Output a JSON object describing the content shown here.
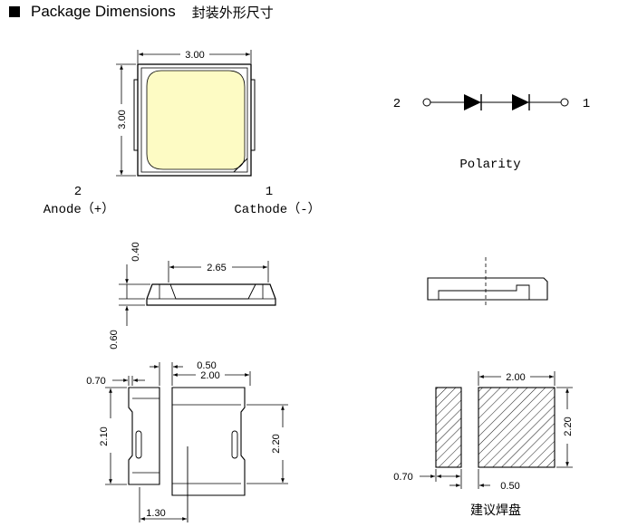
{
  "header": {
    "title_en": "Package Dimensions",
    "title_zh": "封装外形尺寸"
  },
  "top_view": {
    "width_dim": "3.00",
    "height_dim": "3.00",
    "pin2_number": "2",
    "pin2_label": "Anode（+）",
    "pin1_number": "1",
    "pin1_label": "Cathode（-）",
    "led_color": "#fdfbc4"
  },
  "polarity": {
    "left_pin": "2",
    "right_pin": "1",
    "label": "Polarity"
  },
  "side_view": {
    "top_dim": "2.65",
    "lens_height": "0.40",
    "body_height": "0.60"
  },
  "bottom_view": {
    "pad_gap": "0.50",
    "pad_width": "2.00",
    "left_gap": "0.70",
    "left_height": "2.10",
    "right_height": "2.20",
    "bottom_width": "1.30"
  },
  "solder_pattern": {
    "pad_width": "2.00",
    "pad_height": "2.20",
    "small_pad_width": "0.70",
    "gap": "0.50",
    "label": "建议焊盘"
  }
}
